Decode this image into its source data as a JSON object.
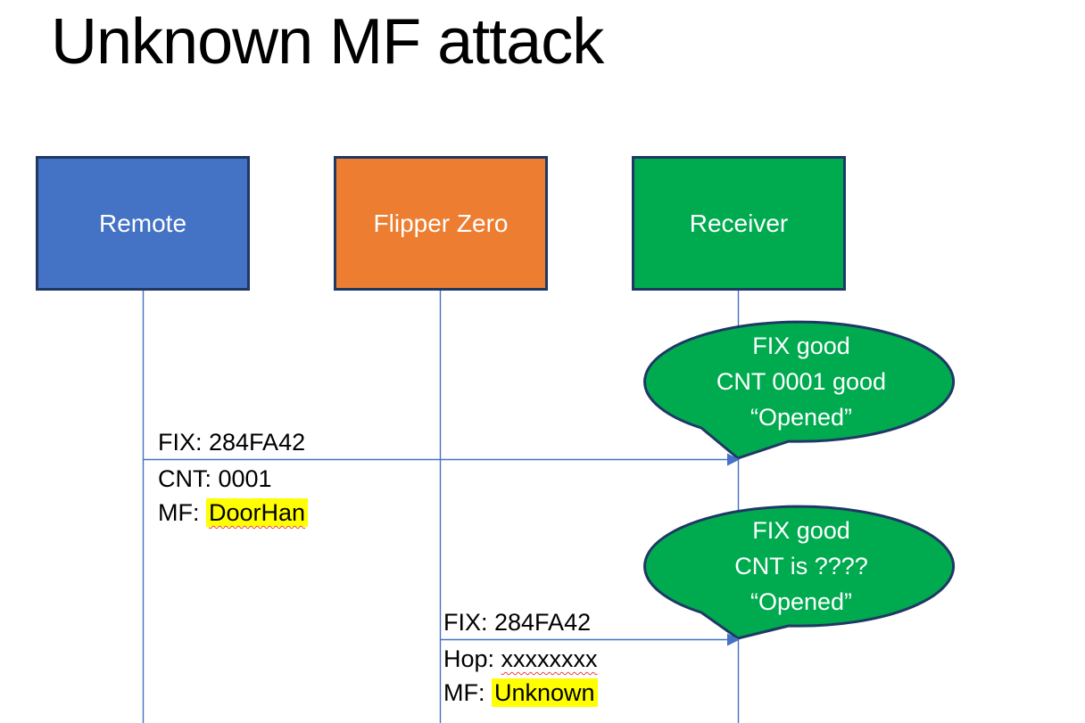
{
  "title": "Unknown MF attack",
  "colors": {
    "accent_blue": "#4472C4",
    "accent_orange": "#ED7D31",
    "accent_green": "#00AB50",
    "border_navy": "#1F3864",
    "connector_blue": "#4472C4",
    "highlight_yellow": "#FFFF00",
    "squiggle_red": "#E8443A",
    "text_black": "#000000",
    "text_white": "#FFFFFF"
  },
  "actors": [
    {
      "label": "Remote"
    },
    {
      "label": "Flipper Zero"
    },
    {
      "label": "Receiver"
    }
  ],
  "messages": [
    {
      "line1": "FIX: 284FA42",
      "line2": "CNT: 0001",
      "line3_prefix": "MF: ",
      "line3_value": "DoorHan"
    },
    {
      "line1": "FIX: 284FA42",
      "line2_prefix": "Hop: ",
      "line2_value": "xxxxxxxx",
      "line3_prefix": "MF: ",
      "line3_value": "Unknown"
    }
  ],
  "callouts": [
    {
      "line1": "FIX good",
      "line2": "CNT 0001 good",
      "line3": "“Opened”"
    },
    {
      "line1": "FIX good",
      "line2": "CNT is ????",
      "line3": "“Opened”"
    }
  ]
}
